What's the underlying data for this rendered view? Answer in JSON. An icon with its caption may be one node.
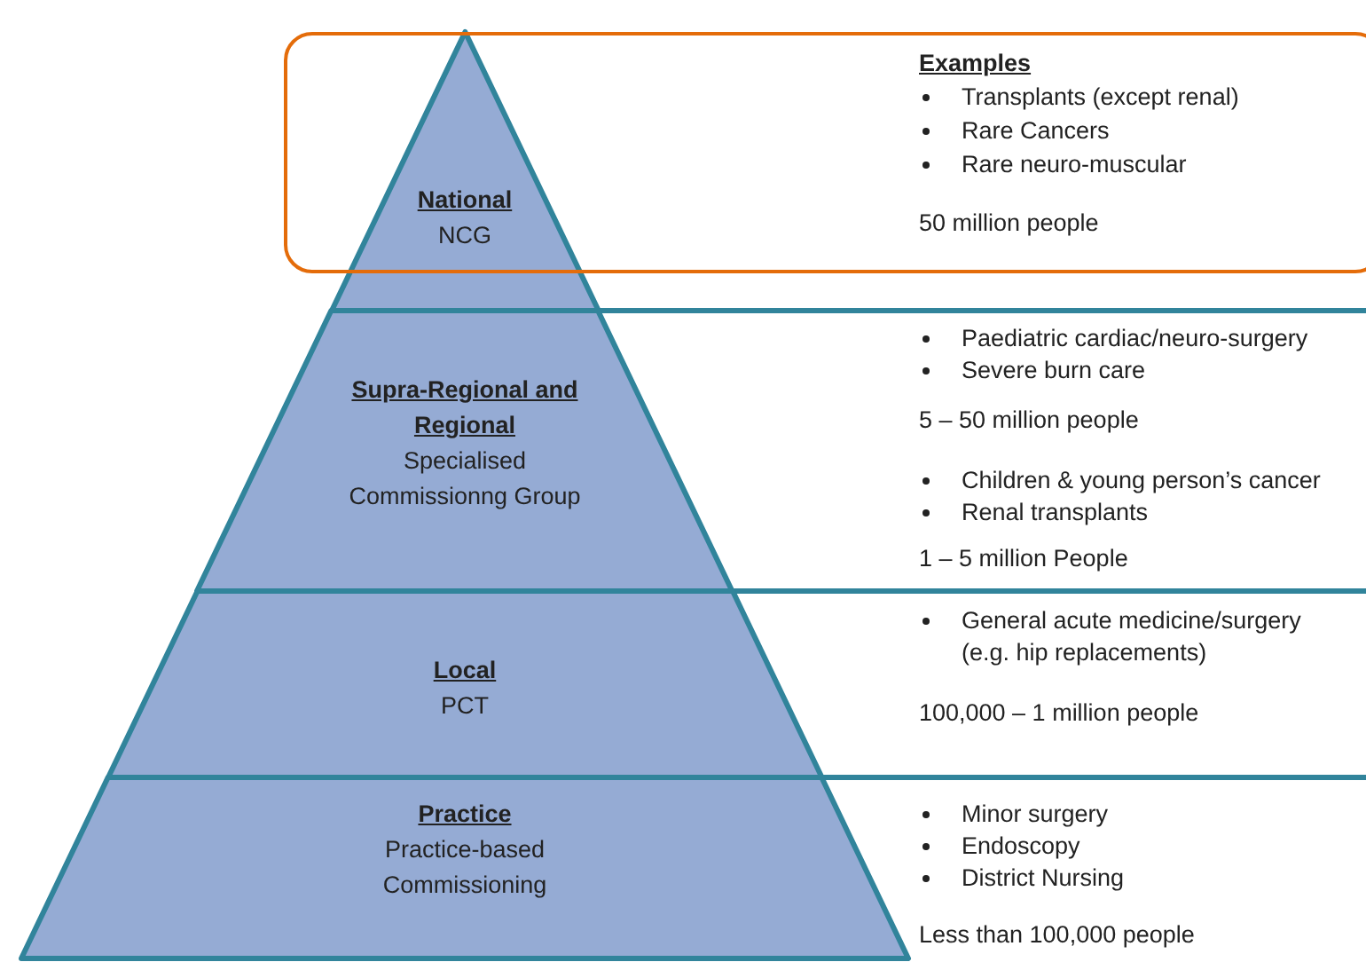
{
  "diagram": {
    "nodes": [
      {
        "text": [
          "National",
          "NCG"
        ]
      },
      {
        "text": [
          "Supra-Regional and Regional",
          "Specialised Commissionng Group"
        ]
      },
      {
        "text": [
          "Local",
          "PCT"
        ]
      },
      {
        "text": [
          "Practice",
          "Practice-based Commissioning"
        ]
      },
      {
        "text": [
          "Examples",
          "Transplants (except renal)",
          "Rare Cancers",
          "Rare neuro-muscular",
          "50 million people"
        ]
      }
    ],
    "labels": [
      "Paediatric cardiac/neuro-surgery",
      "Severe burn care",
      "5 – 50 million people",
      "Children & young person’s cancer",
      "Renal transplants",
      "1 – 5 million People",
      "General acute medicine/surgery (e.g. hip replacements)",
      "100,000 – 1 million people",
      "Minor surgery",
      "Endoscopy",
      "District Nursing",
      "Less than 100,000 people"
    ]
  }
}
